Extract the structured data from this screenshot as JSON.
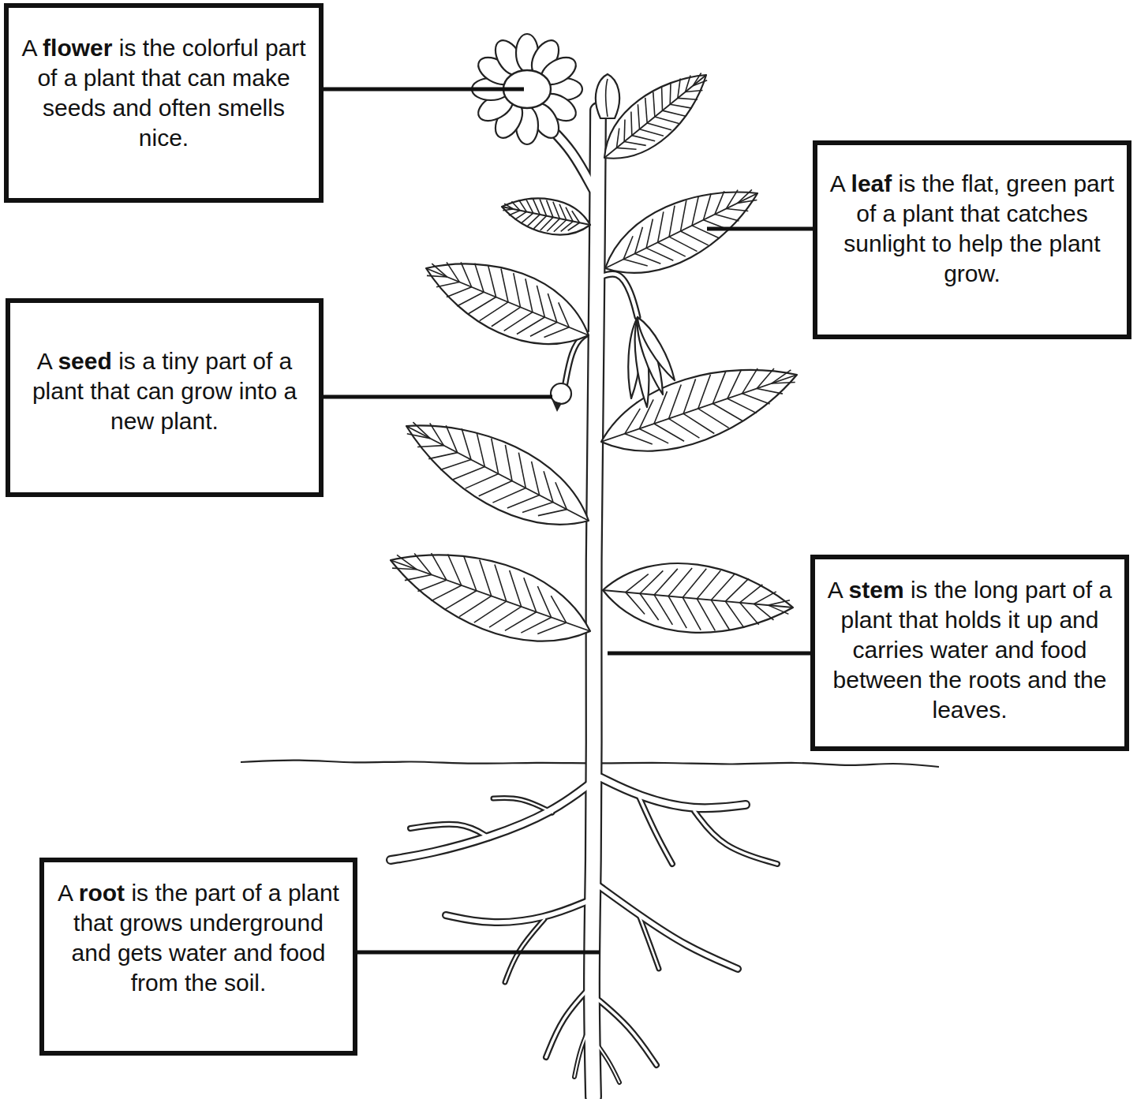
{
  "diagram": {
    "nodes": [
      {
        "text": [
          "A flower is the colorful part of a plant that can make seeds and often smells nice."
        ]
      },
      {
        "text": [
          "A leaf is the flat, green part of a plant that catches sunlight to help the plant grow."
        ]
      },
      {
        "text": [
          "A seed is a tiny part of a plant that can grow into a new plant."
        ]
      },
      {
        "text": [
          "A stem is the long part of a plant that holds it up and carries water and food between the roots and the leaves."
        ]
      },
      {
        "text": [
          "A root is the part of a plant that grows underground and gets water and food from the soil."
        ]
      }
    ]
  }
}
